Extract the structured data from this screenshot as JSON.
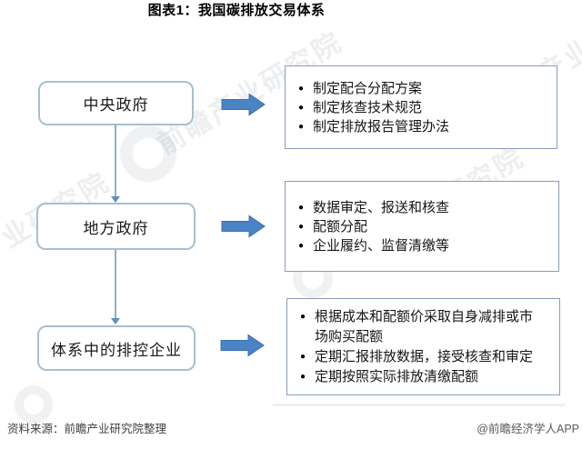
{
  "title": "图表1：我国碳排放交易体系",
  "flow": {
    "rows": [
      {
        "label": "中央政府",
        "bullets": [
          "制定配合分配方案",
          "制定核查技术规范",
          "制定排放报告管理办法"
        ]
      },
      {
        "label": "地方政府",
        "bullets": [
          "数据审定、报送和核查",
          "配额分配",
          "企业履约、监督清缴等"
        ]
      },
      {
        "label": "体系中的排控企业",
        "bullets": [
          "根据成本和配额价采取自身减排或市场购买配额",
          "定期汇报排放数据，接受核查和审定",
          "定期按照实际排放清缴配额"
        ]
      }
    ]
  },
  "footer": {
    "source": "资料来源：前瞻产业研究院整理",
    "credit": "@前瞻经济学人APP"
  },
  "watermark": {
    "text": "前瞻产业研究院"
  },
  "colors": {
    "arrow_fill": "#4b84c4",
    "arrow_edge": "#3a6fae",
    "label_box_border": "#a7c0cf",
    "panel_border": "#8a9cba",
    "connector": "#88b0cf"
  }
}
